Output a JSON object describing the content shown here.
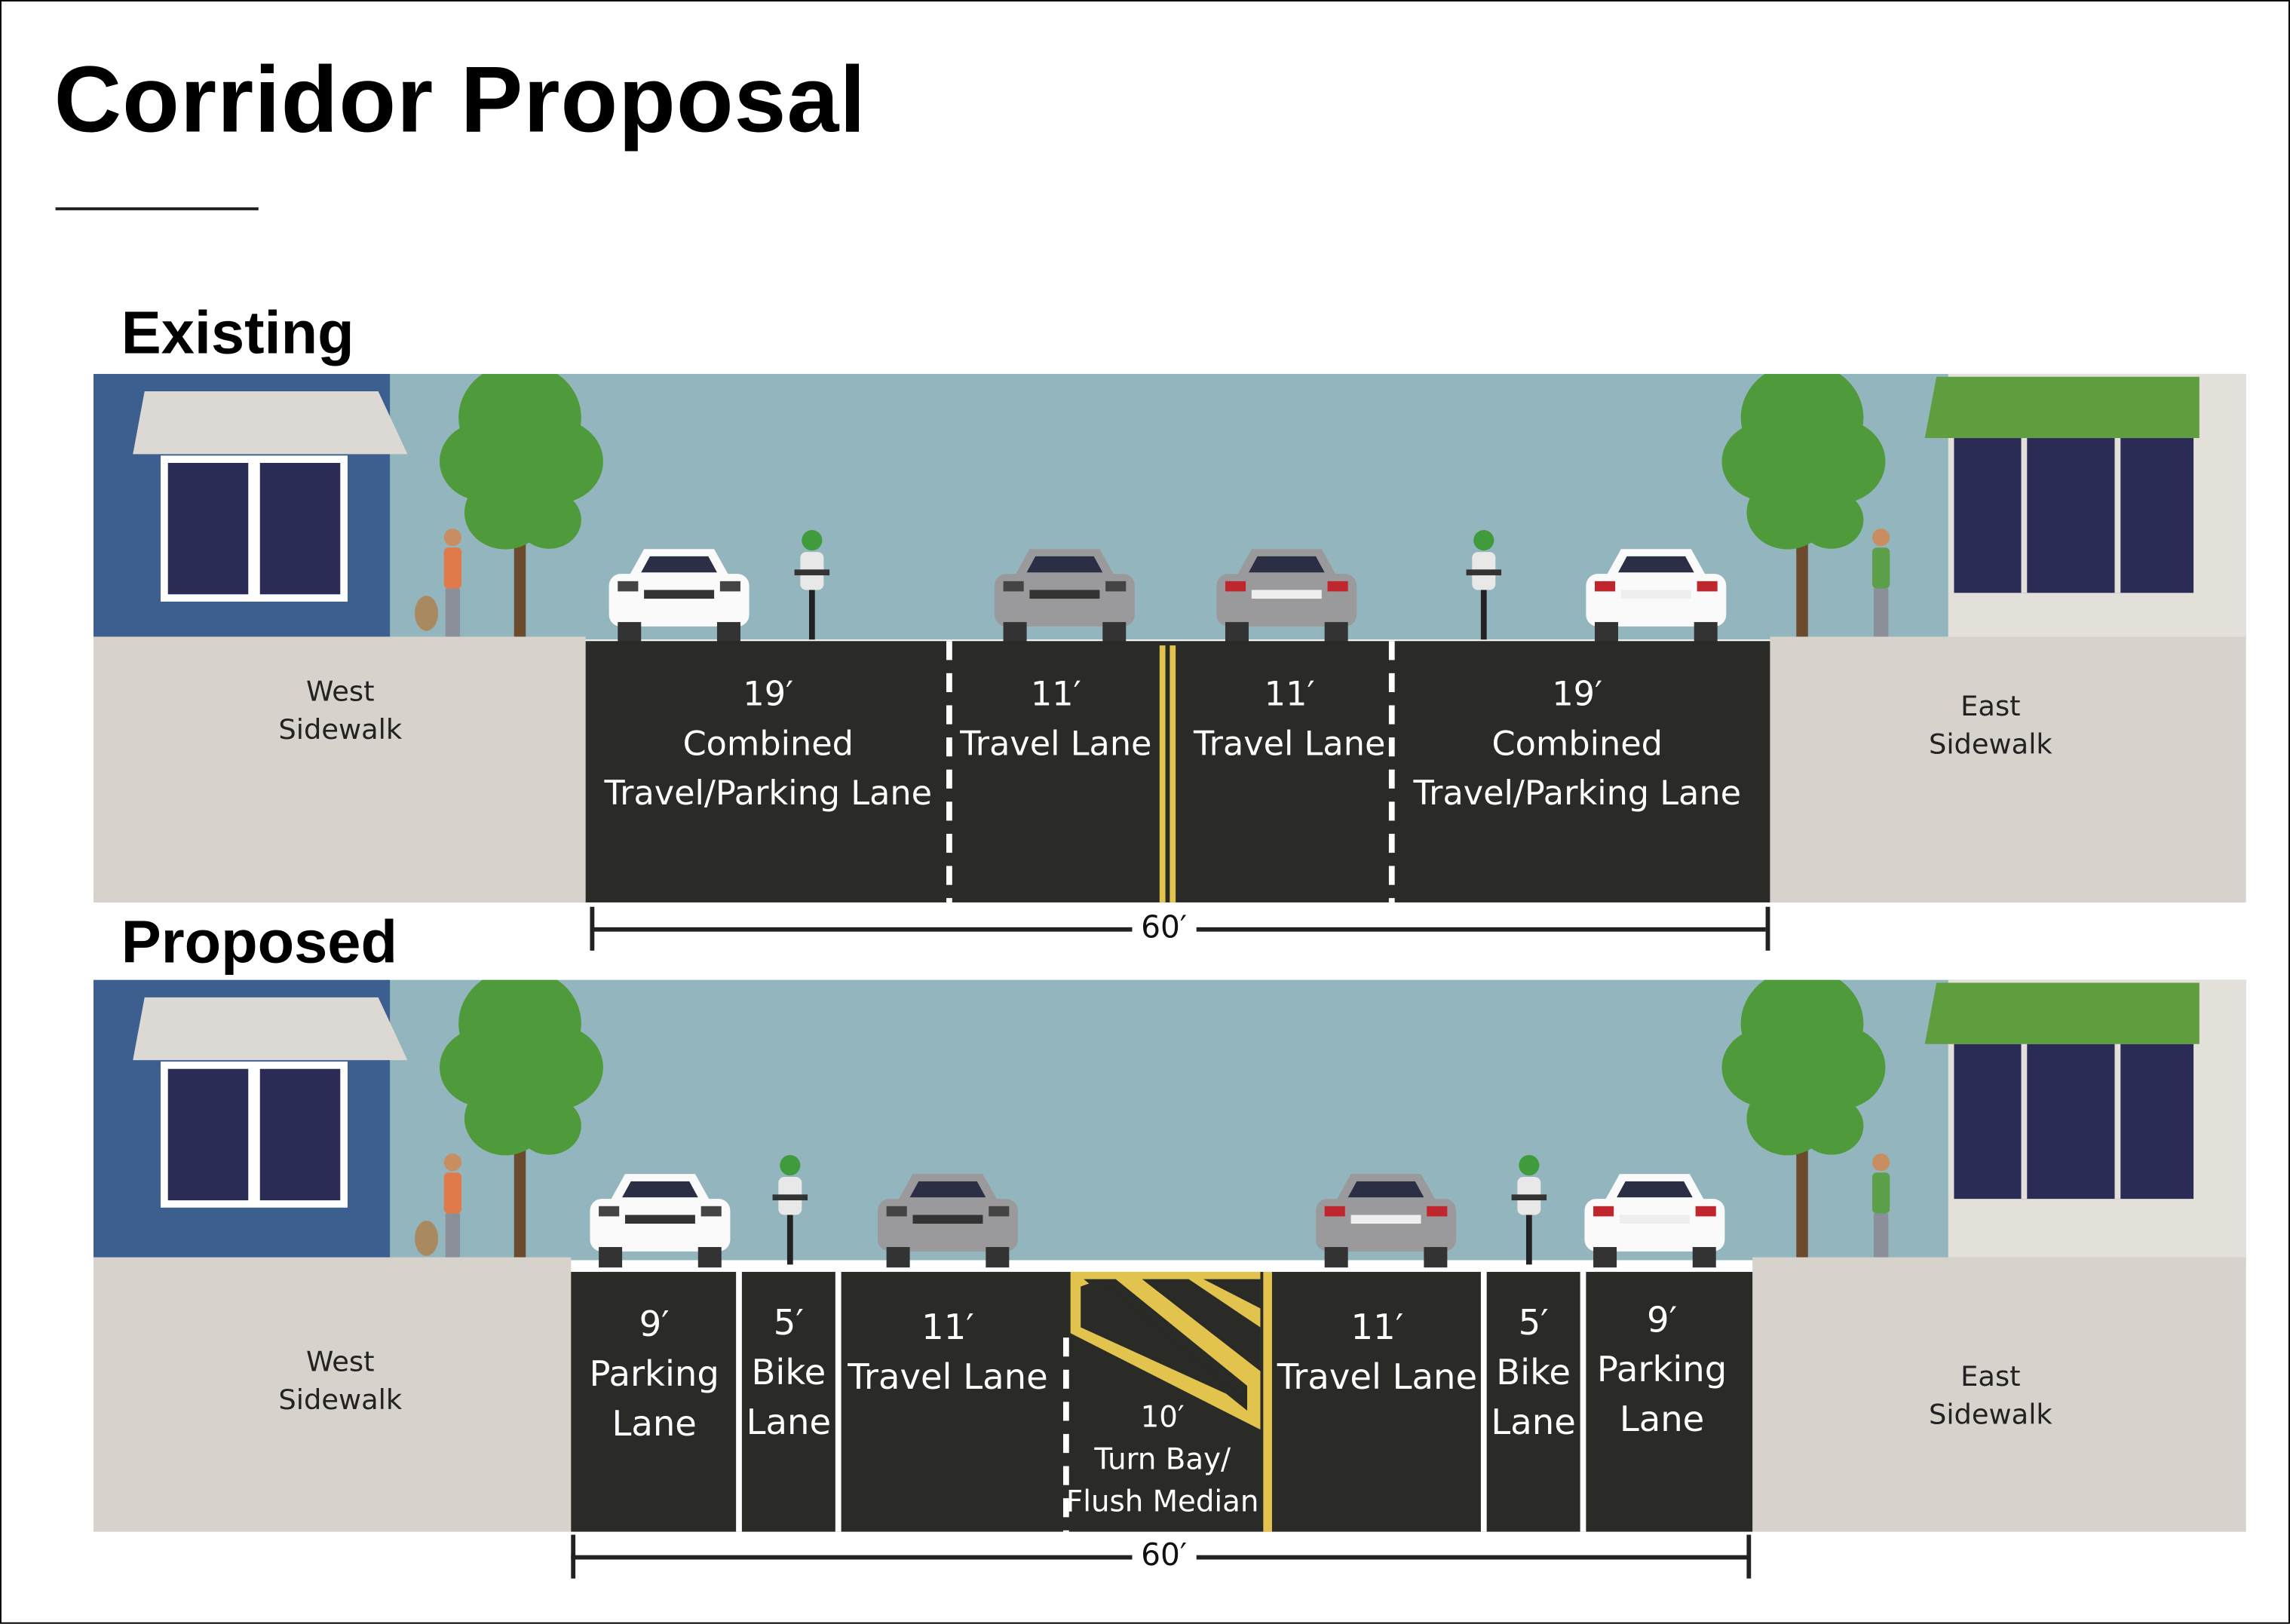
{
  "title": "Corridor Proposal",
  "existing": {
    "heading": "Existing",
    "west_sidewalk": [
      "West",
      "Sidewalk"
    ],
    "east_sidewalk": [
      "East",
      "Sidewalk"
    ],
    "lanes": [
      {
        "width": "19′",
        "name": [
          "Combined",
          "Travel/Parking Lane"
        ]
      },
      {
        "width": "11′",
        "name": [
          "Travel Lane"
        ]
      },
      {
        "width": "11′",
        "name": [
          "Travel Lane"
        ]
      },
      {
        "width": "19′",
        "name": [
          "Combined",
          "Travel/Parking Lane"
        ]
      }
    ],
    "total_width": "60′"
  },
  "proposed": {
    "heading": "Proposed",
    "west_sidewalk": [
      "West",
      "Sidewalk"
    ],
    "east_sidewalk": [
      "East",
      "Sidewalk"
    ],
    "lanes": [
      {
        "width": "9′",
        "name": [
          "Parking",
          "Lane"
        ]
      },
      {
        "width": "5′",
        "name": [
          "Bike",
          "Lane"
        ]
      },
      {
        "width": "11′",
        "name": [
          "Travel Lane"
        ]
      },
      {
        "width": "10′",
        "name": [
          "Turn Bay/",
          "Flush Median"
        ]
      },
      {
        "width": "11′",
        "name": [
          "Travel Lane"
        ]
      },
      {
        "width": "5′",
        "name": [
          "Bike",
          "Lane"
        ]
      },
      {
        "width": "9′",
        "name": [
          "Parking",
          "Lane"
        ]
      }
    ],
    "total_width": "60′"
  },
  "colors": {
    "sky": "#93b5bd",
    "sidewalk": "#d7d2cb",
    "asphalt": "#2a2b27",
    "centerline": "#e2c34e",
    "building_west": "#3d5f8f",
    "awning_east": "#5f9e3e"
  }
}
